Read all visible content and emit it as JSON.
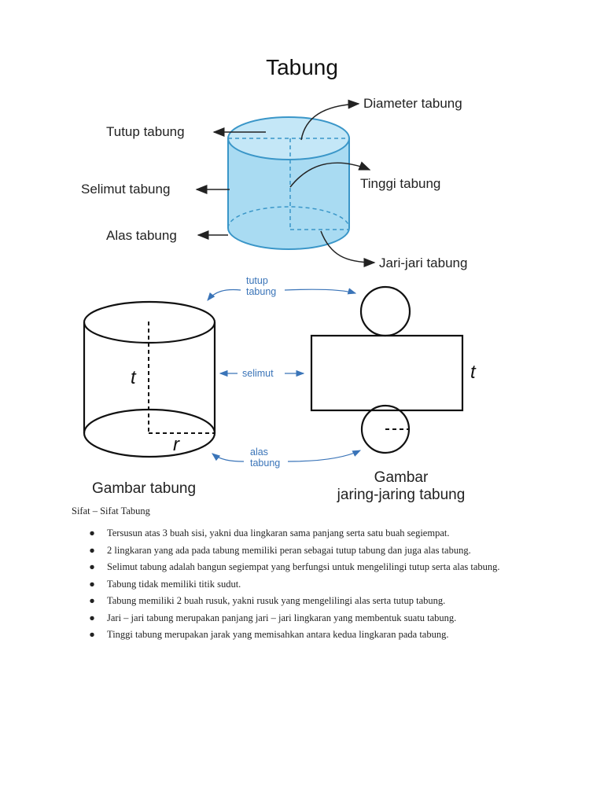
{
  "title": "Tabung",
  "diagram1": {
    "labels_left": {
      "tutup": "Tutup tabung",
      "selimut": "Selimut tabung",
      "alas": "Alas tabung"
    },
    "labels_right": {
      "diameter": "Diameter tabung",
      "tinggi": "Tinggi tabung",
      "jari": "Jari-jari tabung"
    },
    "colors": {
      "fill": "#a9dbf2",
      "stroke": "#3a96c8"
    }
  },
  "diagram2": {
    "tutup_line1": "tutup",
    "tutup_line2": "tabung",
    "selimut": "selimut",
    "alas_line1": "alas",
    "alas_line2": "tabung",
    "t_left": "t",
    "r_label": "r",
    "t_right": "t",
    "caption_left": "Gambar tabung",
    "caption_right_line1": "Gambar",
    "caption_right_line2": "jaring-jaring tabung",
    "colors": {
      "arrow": "#3a74b8"
    }
  },
  "section_heading": "Sifat – Sifat Tabung",
  "bullet_symbol": "●",
  "properties": [
    "Tersusun atas 3 buah sisi, yakni dua lingkaran sama panjang serta satu buah segiempat.",
    "2 lingkaran yang ada pada tabung memiliki peran sebagai tutup tabung dan juga alas tabung.",
    "Selimut tabung adalah bangun segiempat yang berfungsi untuk mengelilingi tutup serta alas tabung.",
    "Tabung tidak memiliki titik sudut.",
    "Tabung memiliki 2 buah rusuk, yakni rusuk yang mengelilingi alas serta tutup tabung.",
    "Jari – jari tabung merupakan panjang jari – jari lingkaran yang membentuk suatu tabung.",
    "Tinggi tabung merupakan jarak yang memisahkan antara kedua lingkaran pada tabung."
  ]
}
